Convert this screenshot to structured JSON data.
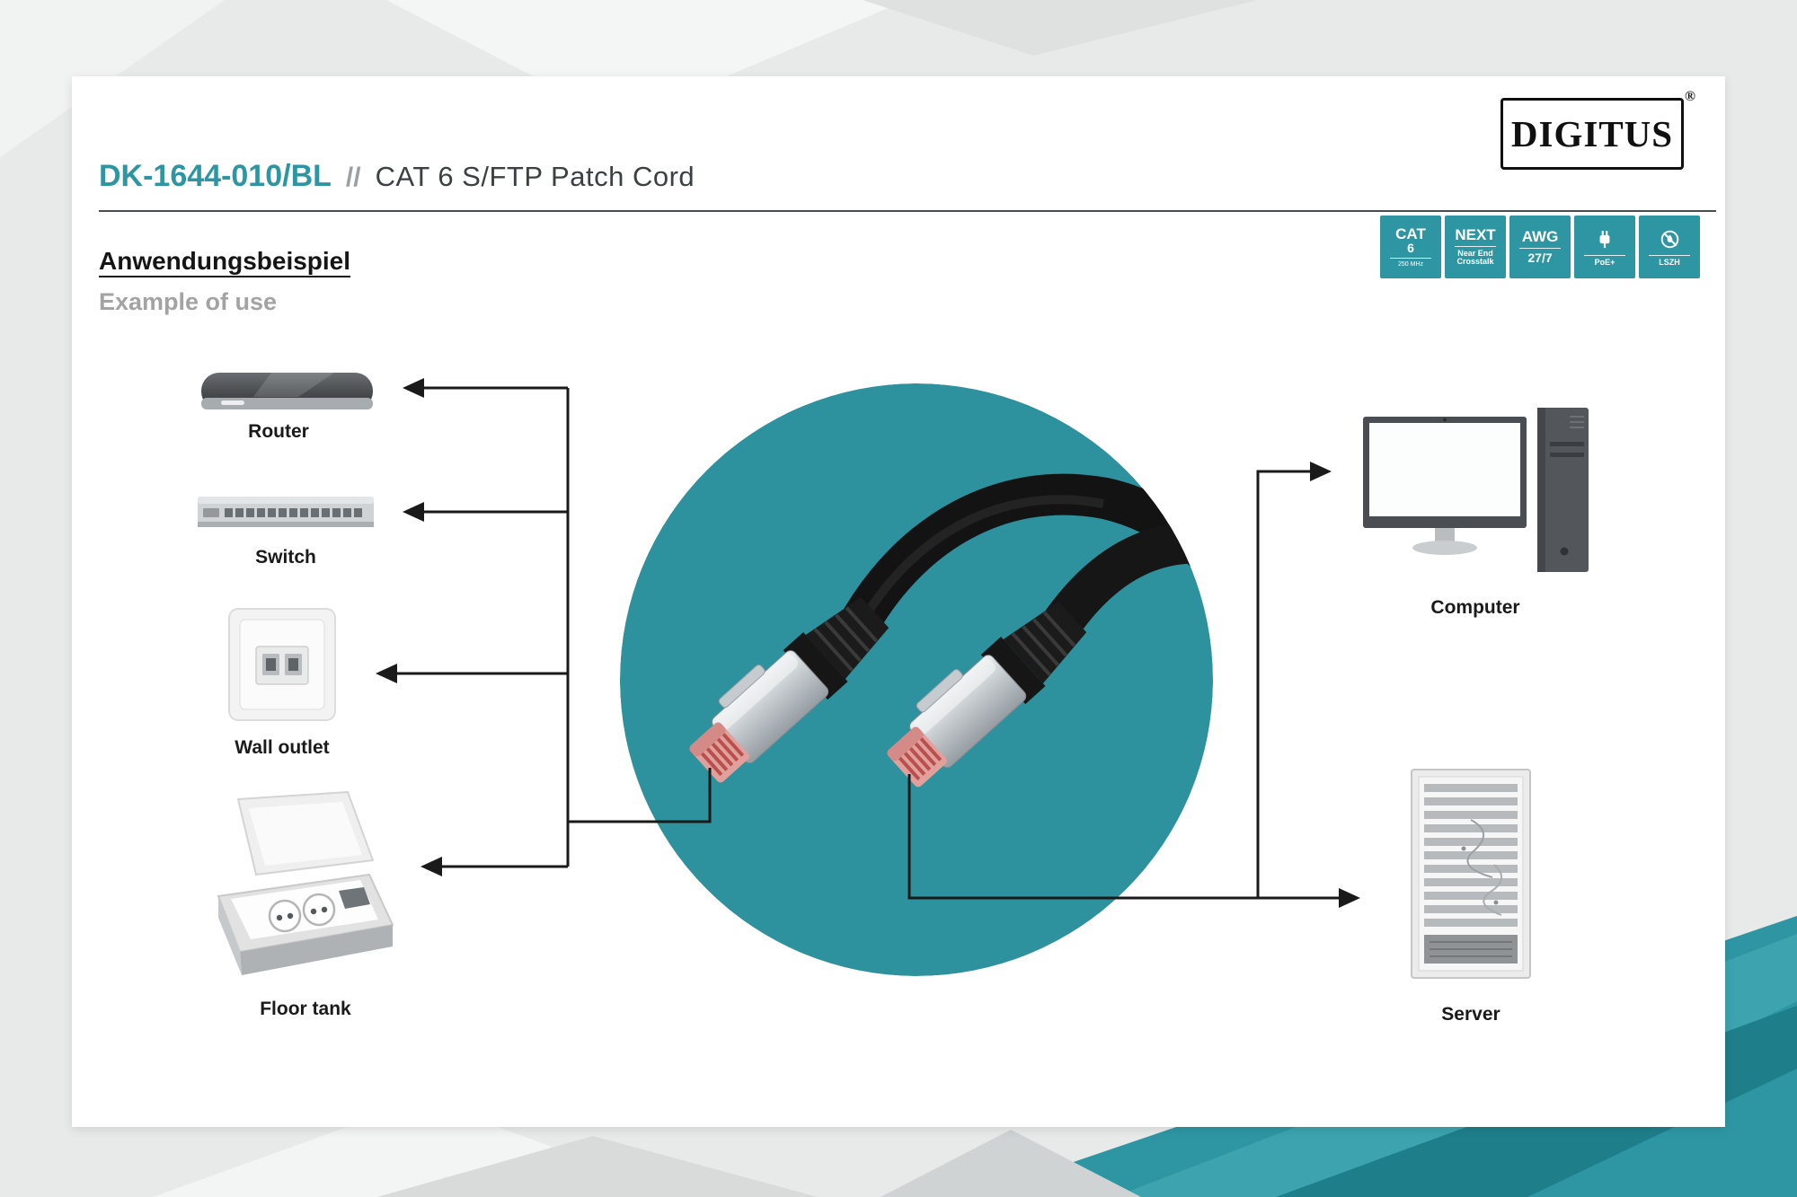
{
  "brand": {
    "name": "DIGITUS",
    "registered": "®"
  },
  "header": {
    "model": "DK-1644-010/BL",
    "separator": "//",
    "product": "CAT 6 S/FTP Patch Cord"
  },
  "section": {
    "title_de": "Anwendungsbeispiel",
    "title_en": "Example of use"
  },
  "badges": [
    {
      "name": "cat6-badge",
      "line1": "CAT",
      "line2": "6",
      "line3": "250 MHz"
    },
    {
      "name": "next-badge",
      "line1": "NEXT",
      "line2": "Near End",
      "line3": "Crosstalk"
    },
    {
      "name": "awg-badge",
      "line1": "AWG",
      "line2": "27/7"
    },
    {
      "name": "poe-badge",
      "icon": "poe-plug-icon",
      "label": "PoE+"
    },
    {
      "name": "lszh-badge",
      "icon": "no-flame-icon",
      "label": "LSZH"
    }
  ],
  "devices": {
    "left": [
      {
        "label": "Router"
      },
      {
        "label": "Switch"
      },
      {
        "label": "Wall outlet"
      },
      {
        "label": "Floor tank"
      }
    ],
    "right": [
      {
        "label": "Computer"
      },
      {
        "label": "Server"
      }
    ]
  },
  "colors": {
    "teal": "#2E96A3",
    "teal_circle": "#2E919E",
    "teal_dark": "#1E7E8A",
    "text_dark": "#3D4042",
    "text_gray": "#9BA0A2",
    "line_black": "#1A1A1A"
  }
}
